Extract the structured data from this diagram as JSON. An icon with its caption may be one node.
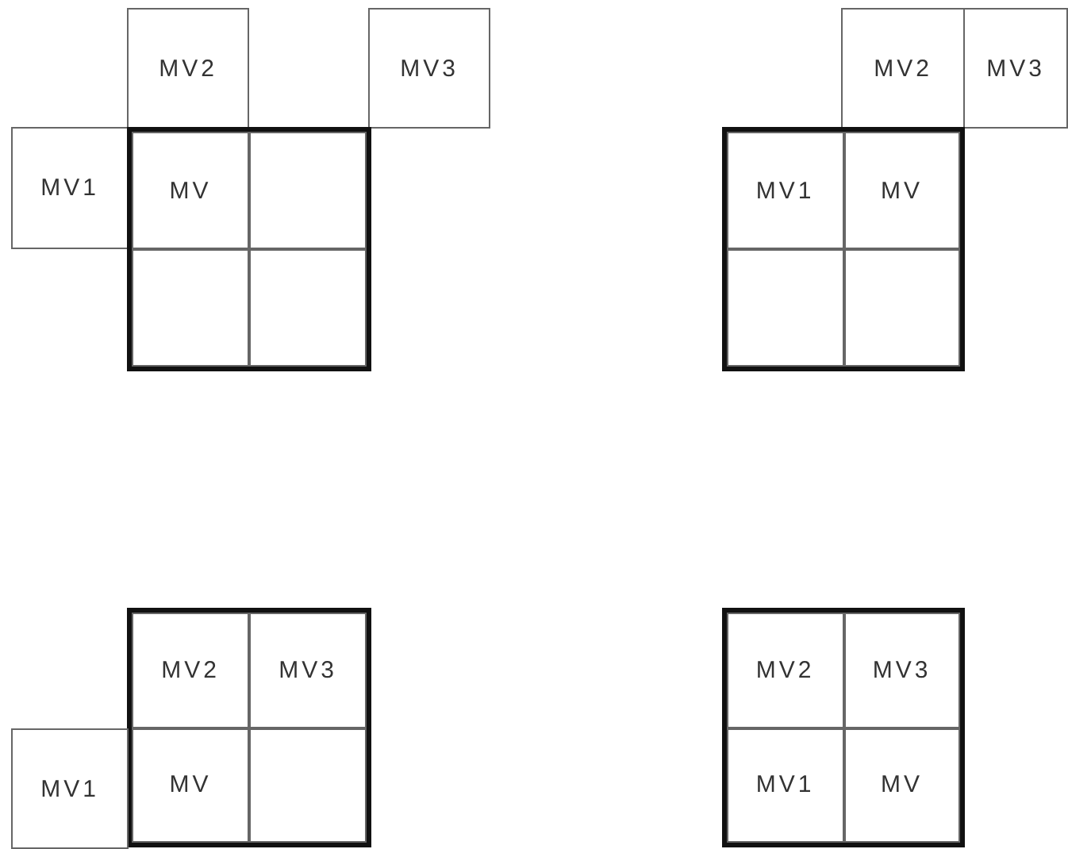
{
  "diagram": {
    "nodes": [
      {
        "text": [
          "MV2"
        ]
      },
      {
        "text": [
          "MV3"
        ]
      },
      {
        "text": [
          "MV1"
        ]
      },
      {
        "text": [],
        "shape": "box"
      },
      {
        "text": [
          "MV"
        ],
        "in": 3
      },
      {
        "text": [],
        "shape": "box",
        "in": 3
      },
      {
        "text": [],
        "shape": "box",
        "in": 3
      },
      {
        "text": [],
        "shape": "box",
        "in": 3
      },
      {
        "text": [
          "MV2"
        ]
      },
      {
        "text": [
          "MV3"
        ]
      },
      {
        "text": [],
        "shape": "box"
      },
      {
        "text": [
          "MV1"
        ],
        "in": 10
      },
      {
        "text": [
          "MV"
        ],
        "in": 10
      },
      {
        "text": [],
        "shape": "box",
        "in": 10
      },
      {
        "text": [],
        "shape": "box",
        "in": 10
      },
      {
        "text": [],
        "shape": "box"
      },
      {
        "text": [
          "MV2"
        ],
        "in": 15
      },
      {
        "text": [
          "MV3"
        ],
        "in": 15
      },
      {
        "text": [
          "MV1"
        ]
      },
      {
        "text": [
          "MV"
        ],
        "in": 15
      },
      {
        "text": [],
        "shape": "box",
        "in": 15
      },
      {
        "text": [],
        "shape": "box"
      },
      {
        "text": [
          "MV2"
        ],
        "in": 21
      },
      {
        "text": [
          "MV3"
        ],
        "in": 21
      },
      {
        "text": [
          "MV1"
        ],
        "in": 21
      },
      {
        "text": [
          "MV"
        ],
        "in": 21
      }
    ]
  }
}
